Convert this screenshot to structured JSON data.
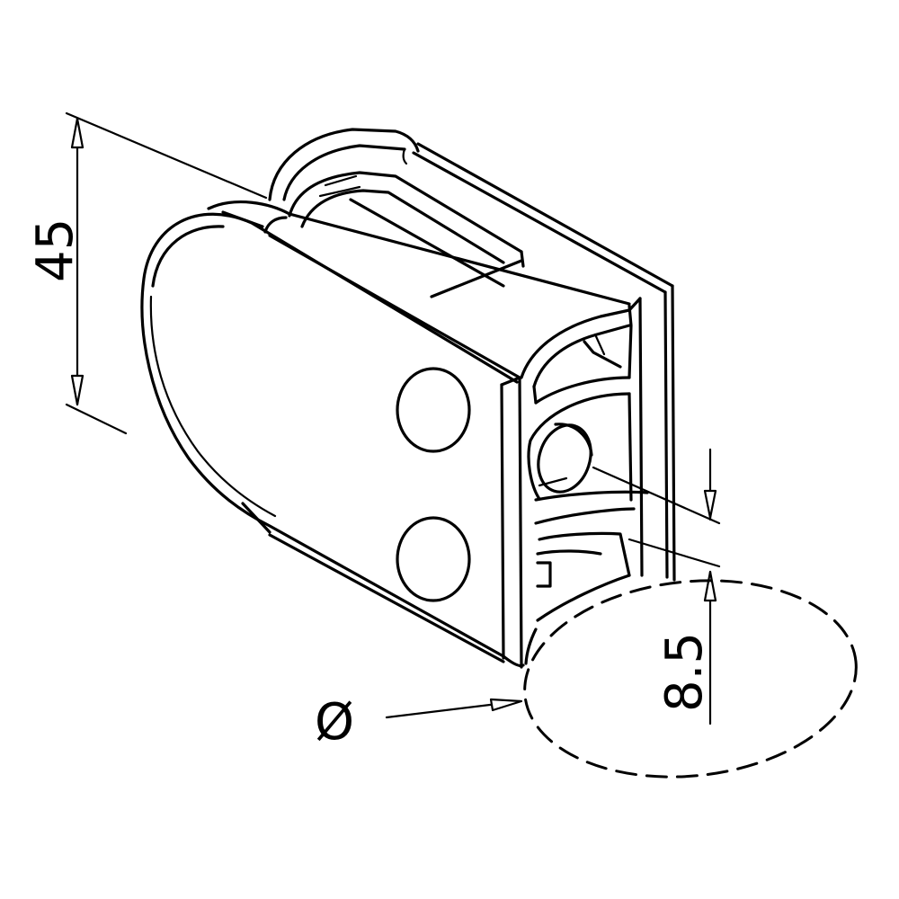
{
  "drawing": {
    "dimension_height": "45",
    "dimension_thickness": "8.5",
    "diameter_symbol": "Ø"
  }
}
